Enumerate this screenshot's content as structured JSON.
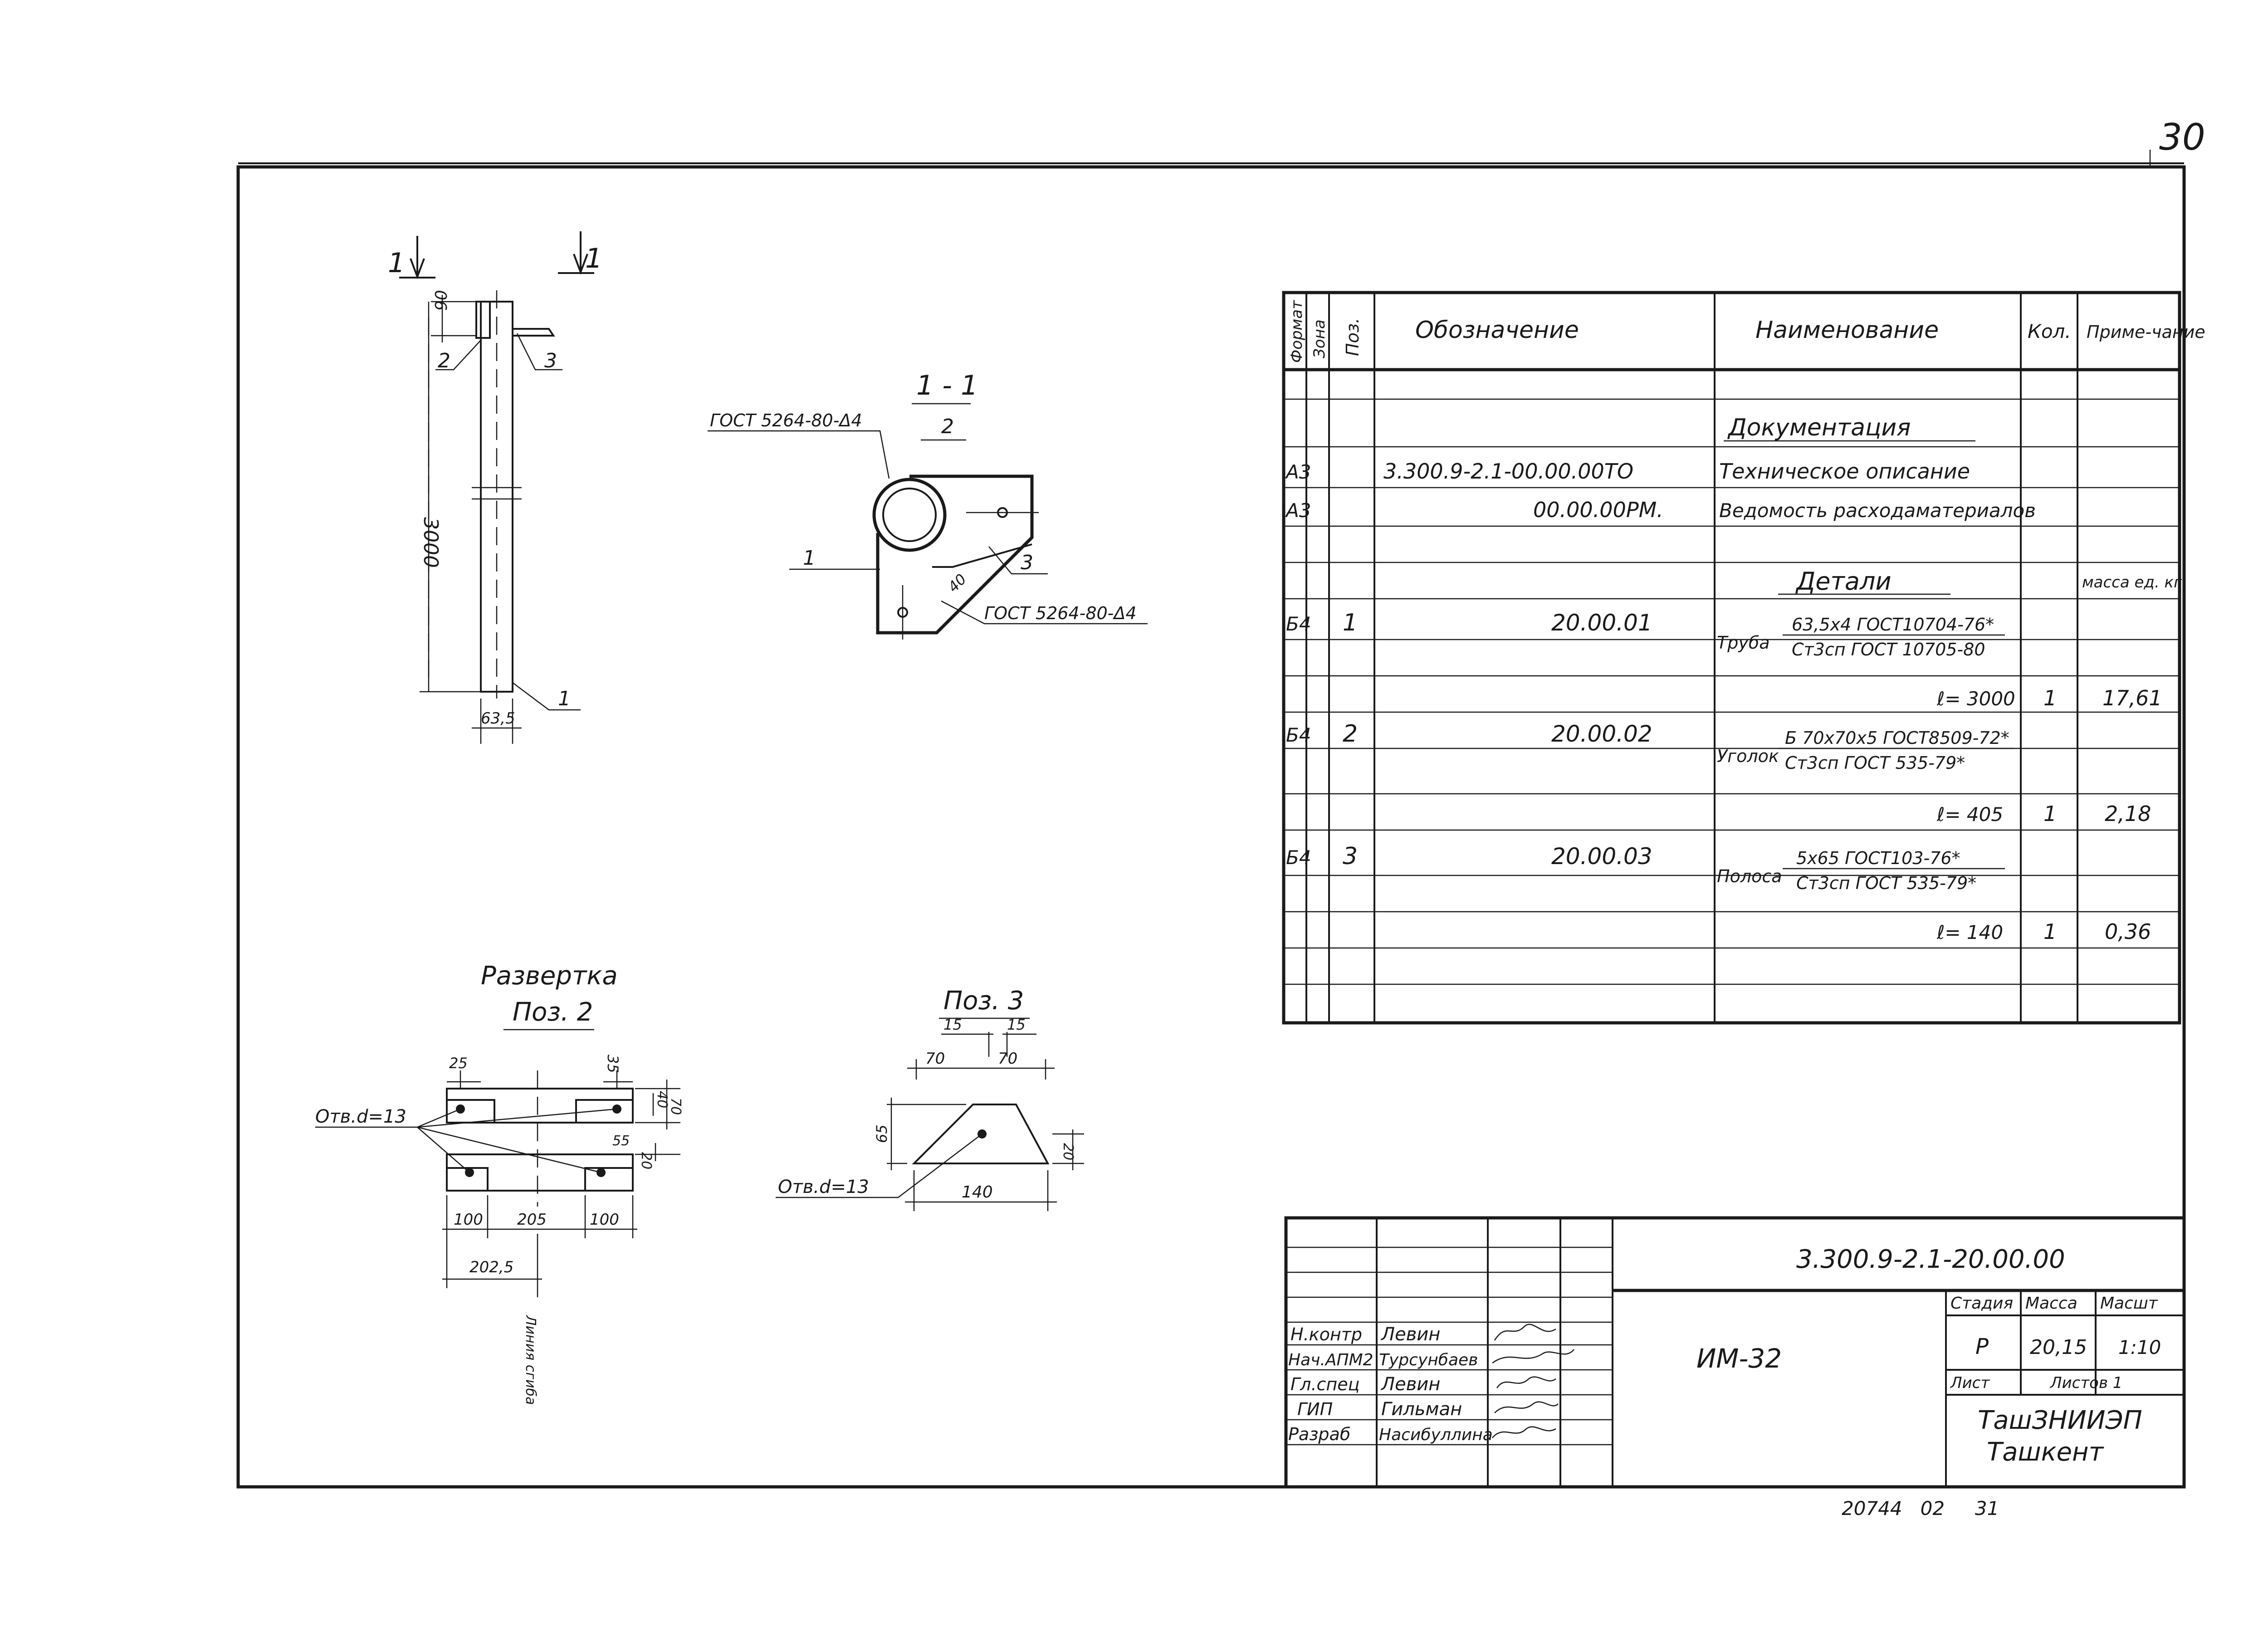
{
  "page_number": "30",
  "footer_number": "20744   02     31",
  "drawing": {
    "section_marker": "1",
    "length_dim": "3000",
    "top_dim": "90",
    "pipe_dim": "63,5",
    "pos_labels": [
      "1",
      "2",
      "3"
    ],
    "section_title": "1 - 1",
    "weld_note": "ГОСТ 5264-80-Δ4",
    "angle_dim": "40",
    "flat_title": "Развертка",
    "flat_pos": "Поз. 2",
    "hole_note": "Отв.d=13",
    "flat_dims": {
      "d25": "25",
      "d35": "35",
      "d40": "40",
      "d70": "70",
      "d55": "55",
      "d20": "20",
      "d100a": "100",
      "d205": "205",
      "d100b": "100",
      "d2025": "202,5"
    },
    "bend_line": "Линия сгиба",
    "pos3_title": "Поз. 3",
    "pos3_dims": {
      "d15a": "15",
      "d15b": "15",
      "d70a": "70",
      "d70b": "70",
      "d65": "65",
      "d140": "140",
      "d20": "20"
    }
  },
  "spec": {
    "headers": {
      "format": "Формат",
      "zone": "Зона",
      "pos": "Поз.",
      "designation": "Обозначение",
      "name": "Наименование",
      "qty": "Кол.",
      "note": "Приме-чание"
    },
    "section_docs": "Документация",
    "doc_rows": [
      {
        "format": "А3",
        "designation": "3.300.9-2.1-00.00.00ТО",
        "name": "Техническое описание"
      },
      {
        "format": "А3",
        "designation": "00.00.00РМ.",
        "name": "Ведомость расходаматериалов"
      }
    ],
    "section_parts": "Детали",
    "mass_note": "масса ед. кг.",
    "parts": [
      {
        "format": "Б4",
        "pos": "1",
        "designation": "20.00.01",
        "name_prefix": "Труба",
        "name_top": "63,5х4 ГОСТ10704-76*",
        "name_bottom": "Ст3сп ГОСТ 10705-80",
        "length": "ℓ= 3000",
        "qty": "1",
        "mass": "17,61"
      },
      {
        "format": "Б4",
        "pos": "2",
        "designation": "20.00.02",
        "name_prefix": "Уголок",
        "name_top": "Б 70х70х5 ГОСТ8509-72*",
        "name_bottom": "Ст3сп ГОСТ 535-79*",
        "length": "ℓ= 405",
        "qty": "1",
        "mass": "2,18"
      },
      {
        "format": "Б4",
        "pos": "3",
        "designation": "20.00.03",
        "name_prefix": "Полоса",
        "name_top": "5х65 ГОСТ103-76*",
        "name_bottom": "Ст3сп ГОСТ 535-79*",
        "length": "ℓ= 140",
        "qty": "1",
        "mass": "0,36"
      }
    ]
  },
  "title_block": {
    "code": "3.300.9-2.1-20.00.00",
    "name": "ИМ-32",
    "stage_label": "Стадия",
    "mass_label": "Масса",
    "scale_label": "Масшт",
    "stage": "Р",
    "mass": "20,15",
    "scale": "1:10",
    "sheet_label": "Лист",
    "sheets_label": "Листов 1",
    "org1": "ТашЗНИИЭП",
    "org2": "Ташкент",
    "staff": [
      {
        "role": "Н.контр",
        "name": "Левин"
      },
      {
        "role": "Нач.АПМ2",
        "name": "Турсунбаев"
      },
      {
        "role": "Гл.спец",
        "name": "Левин"
      },
      {
        "role": "ГИП",
        "name": "Гильман"
      },
      {
        "role": "Разраб",
        "name": "Насибуллина"
      }
    ]
  }
}
